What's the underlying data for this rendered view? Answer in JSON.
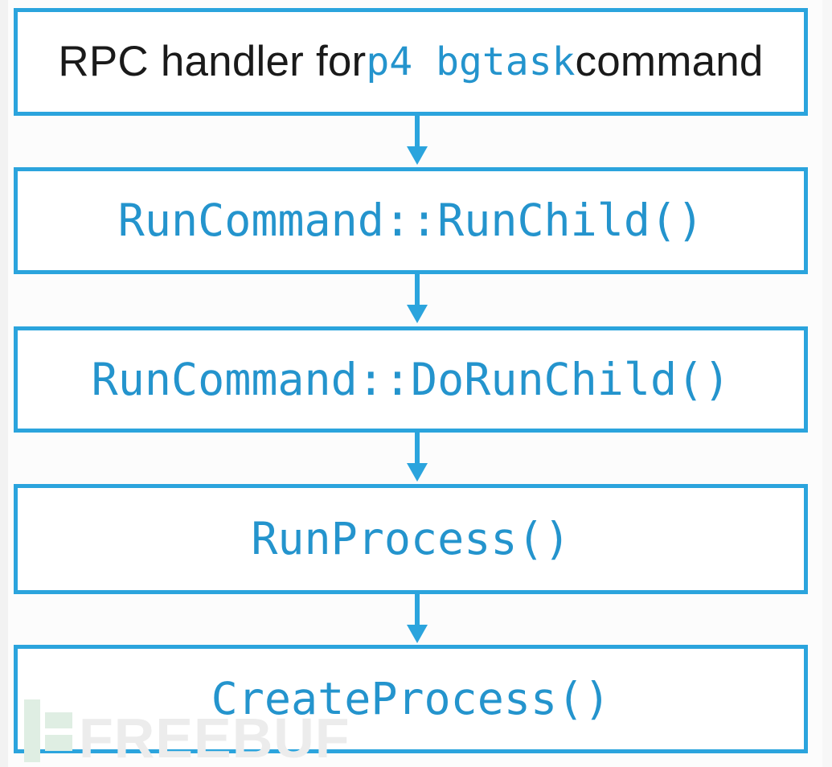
{
  "diagram": {
    "type": "flowchart",
    "orientation": "vertical-top-down",
    "accent_color": "#2ba4dd",
    "code_text_color": "#2494cd",
    "plain_text_color": "#1a1a1a",
    "background_color": "#fcfcfc",
    "nodes": [
      {
        "id": "node-rpc-handler",
        "name": "rpc-handler-box",
        "segments": [
          {
            "text": "RPC handler for ",
            "style": "plain"
          },
          {
            "text": "p4 bgtask",
            "style": "code"
          },
          {
            "text": " command",
            "style": "plain"
          }
        ],
        "full_text": "RPC handler for p4 bgtask command"
      },
      {
        "id": "node-runchild",
        "name": "runcommand-runchild-box",
        "segments": [
          {
            "text": "RunCommand::RunChild()",
            "style": "code"
          }
        ],
        "full_text": "RunCommand::RunChild()"
      },
      {
        "id": "node-dorunchild",
        "name": "runcommand-dorunchild-box",
        "segments": [
          {
            "text": "RunCommand::DoRunChild()",
            "style": "code"
          }
        ],
        "full_text": "RunCommand::DoRunChild()"
      },
      {
        "id": "node-runprocess",
        "name": "runprocess-box",
        "segments": [
          {
            "text": "RunProcess()",
            "style": "code"
          }
        ],
        "full_text": "RunProcess()"
      },
      {
        "id": "node-createprocess",
        "name": "createprocess-box",
        "segments": [
          {
            "text": "CreateProcess()",
            "style": "code"
          }
        ],
        "full_text": "CreateProcess()"
      }
    ],
    "edges": [
      {
        "from": "node-rpc-handler",
        "to": "node-runchild",
        "arrow": "down"
      },
      {
        "from": "node-runchild",
        "to": "node-dorunchild",
        "arrow": "down"
      },
      {
        "from": "node-dorunchild",
        "to": "node-runprocess",
        "arrow": "down"
      },
      {
        "from": "node-runprocess",
        "to": "node-createprocess",
        "arrow": "down"
      }
    ]
  },
  "watermark": {
    "text": "FREEBUF",
    "text_color": "#ececec",
    "mark_color": "#dfeee3"
  }
}
